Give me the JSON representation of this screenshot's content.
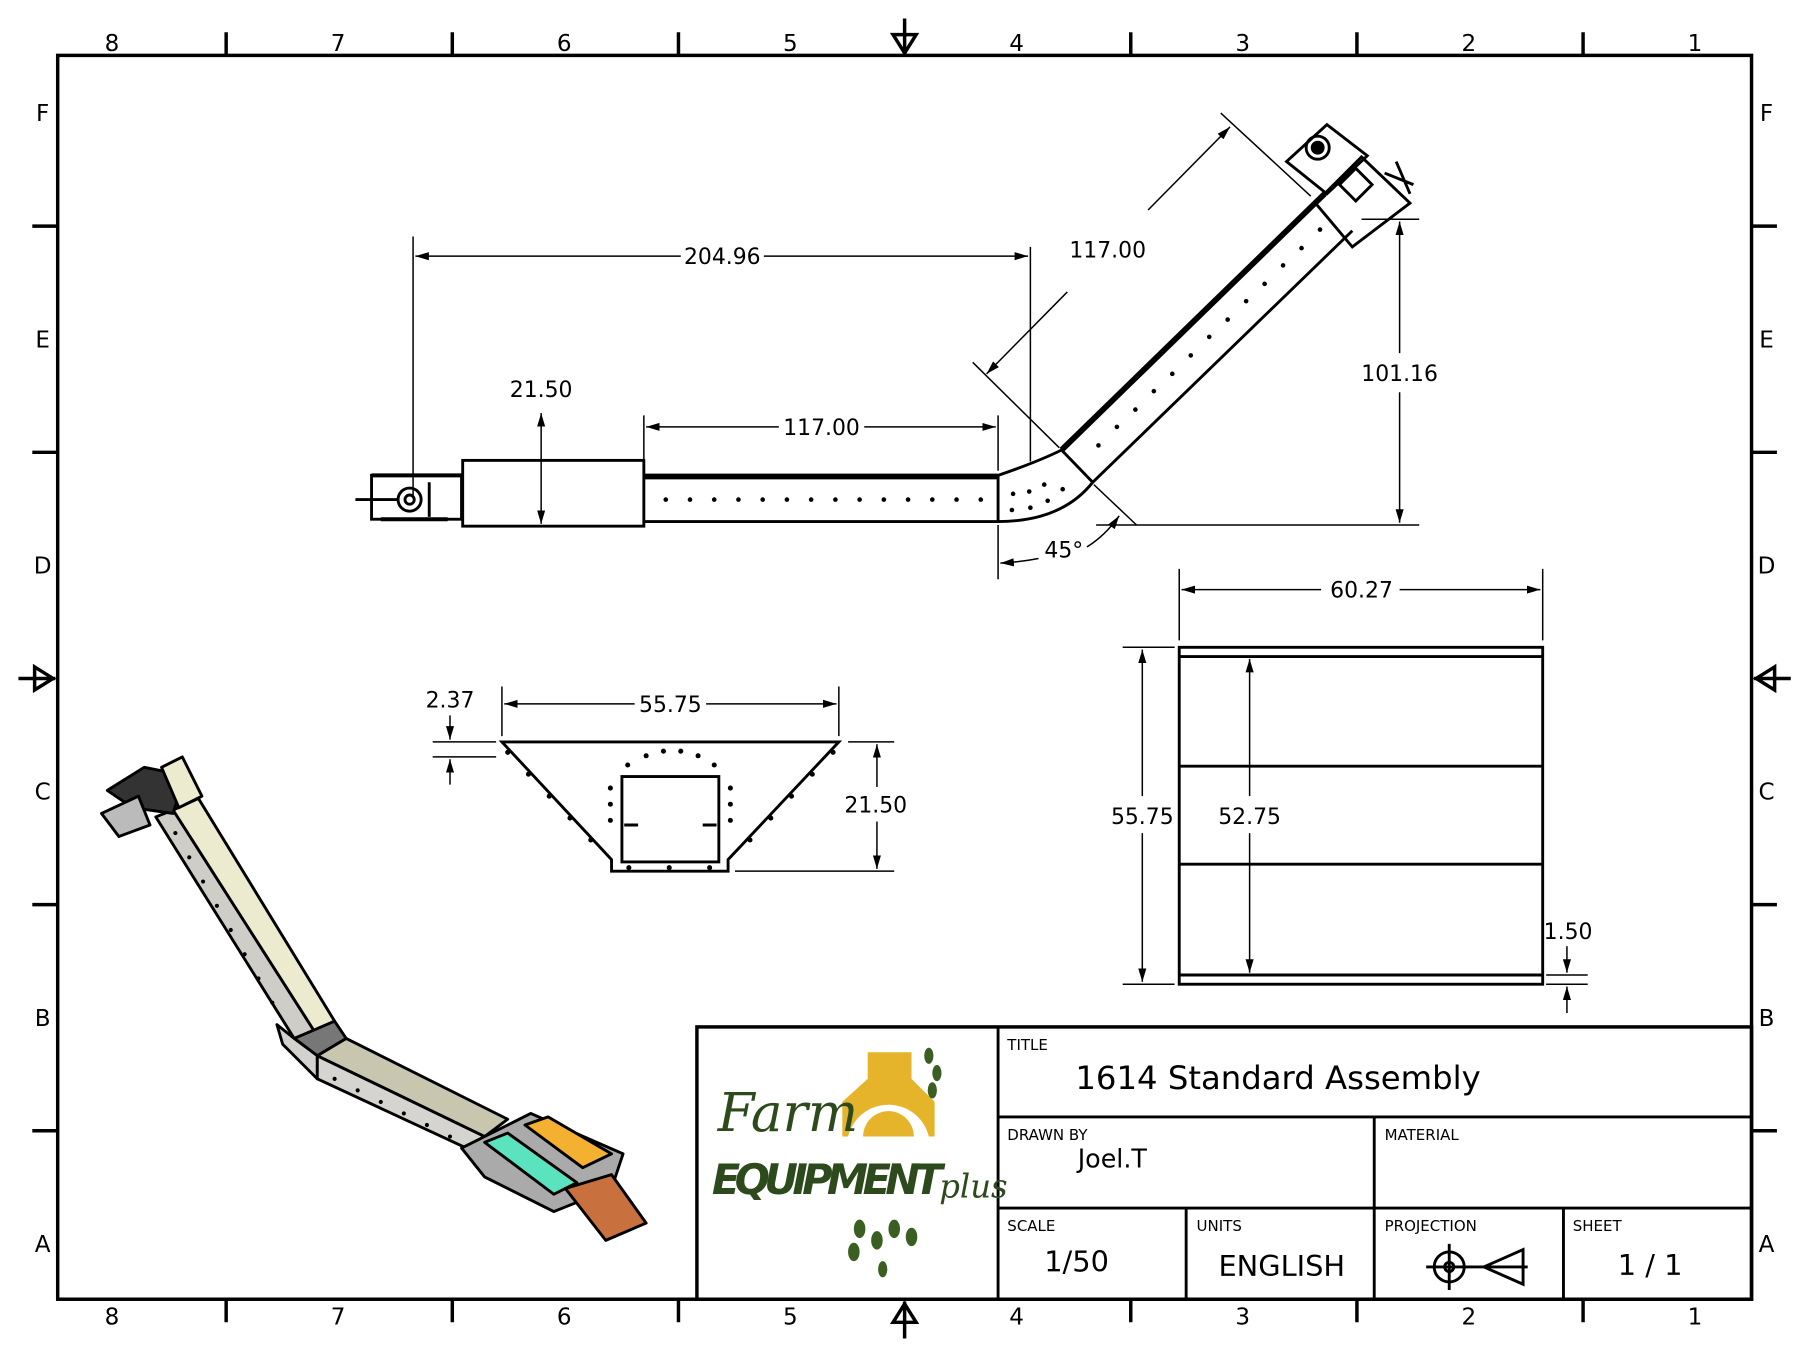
{
  "zones": {
    "columns": [
      "8",
      "7",
      "6",
      "5",
      "4",
      "3",
      "2",
      "1"
    ],
    "rows": [
      "F",
      "E",
      "D",
      "C",
      "B",
      "A"
    ]
  },
  "top_view": {
    "dims": {
      "overall_length": "204.96",
      "flat_length": "117.00",
      "incline_length": "117.00",
      "box_height": "21.50",
      "rise": "101.16",
      "angle": "45°"
    }
  },
  "section_view": {
    "dims": {
      "top_width": "55.75",
      "height": "21.50",
      "flange": "2.37"
    }
  },
  "side_view": {
    "dims": {
      "width": "60.27",
      "outer_height": "55.75",
      "inner_height": "52.75",
      "plate": "1.50"
    }
  },
  "logo": {
    "line1": "Farm",
    "line2": "EQUIPMENT",
    "line3": "plus",
    "colors": {
      "green": "#2d4a1c",
      "gold": "#e6b42a"
    }
  },
  "title_block": {
    "title_label": "TITLE",
    "title": "1614 Standard Assembly",
    "drawn_by_label": "DRAWN BY",
    "drawn_by": "Joel.T",
    "material_label": "MATERIAL",
    "material": "",
    "scale_label": "SCALE",
    "scale": "1/50",
    "units_label": "UNITS",
    "units": "ENGLISH",
    "projection_label": "PROJECTION",
    "sheet_label": "SHEET",
    "sheet": "1 / 1"
  }
}
